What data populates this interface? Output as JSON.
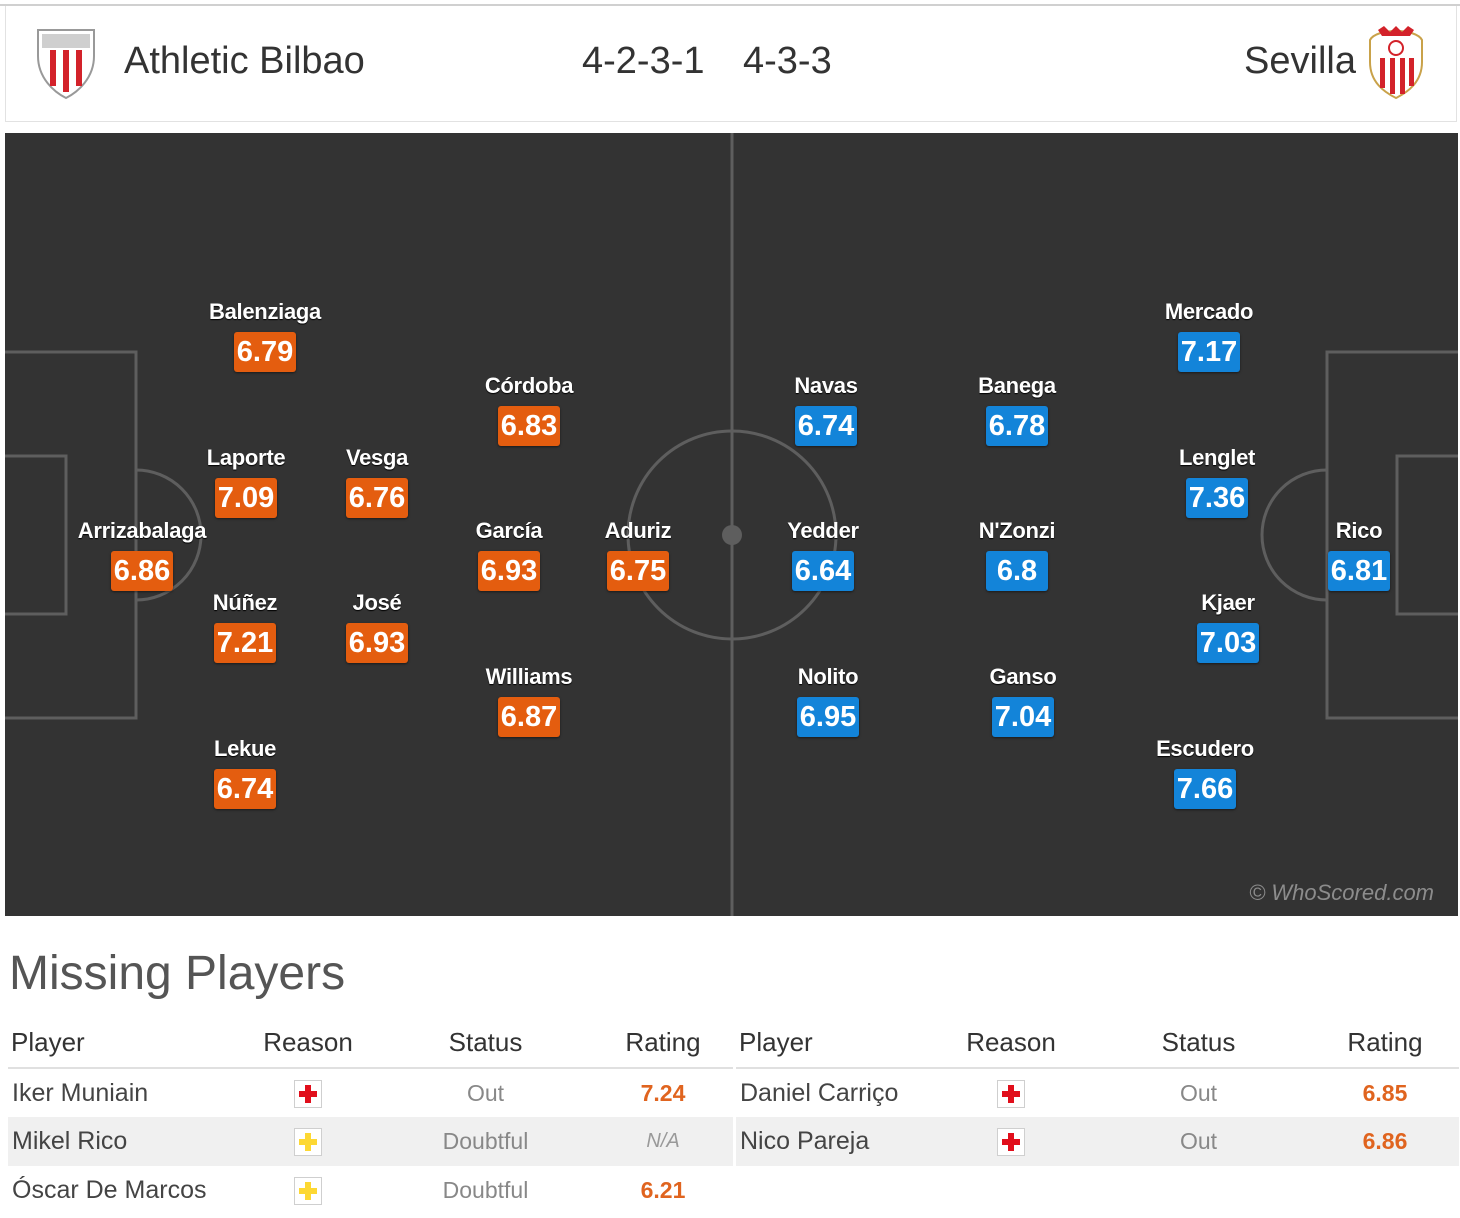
{
  "header": {
    "home_team": "Athletic Bilbao",
    "home_formation": "4-2-3-1",
    "away_formation": "4-3-3",
    "away_team": "Sevilla",
    "home_crest_icon": "athletic-bilbao-crest-icon",
    "away_crest_icon": "sevilla-crest-icon"
  },
  "pitch": {
    "watermark": "© WhoScored.com",
    "home_color": "#e45d0f",
    "away_color": "#1384d9",
    "home_players": [
      {
        "name": "Balenziaga",
        "rating": "6.79"
      },
      {
        "name": "Laporte",
        "rating": "7.09"
      },
      {
        "name": "Vesga",
        "rating": "6.76"
      },
      {
        "name": "Arrizabalaga",
        "rating": "6.86"
      },
      {
        "name": "Núñez",
        "rating": "7.21"
      },
      {
        "name": "José",
        "rating": "6.93"
      },
      {
        "name": "Lekue",
        "rating": "6.74"
      },
      {
        "name": "Córdoba",
        "rating": "6.83"
      },
      {
        "name": "García",
        "rating": "6.93"
      },
      {
        "name": "Williams",
        "rating": "6.87"
      },
      {
        "name": "Aduriz",
        "rating": "6.75"
      }
    ],
    "away_players": [
      {
        "name": "Navas",
        "rating": "6.74"
      },
      {
        "name": "Yedder",
        "rating": "6.64"
      },
      {
        "name": "Nolito",
        "rating": "6.95"
      },
      {
        "name": "Banega",
        "rating": "6.78"
      },
      {
        "name": "N'Zonzi",
        "rating": "6.8"
      },
      {
        "name": "Ganso",
        "rating": "7.04"
      },
      {
        "name": "Mercado",
        "rating": "7.17"
      },
      {
        "name": "Lenglet",
        "rating": "7.36"
      },
      {
        "name": "Kjaer",
        "rating": "7.03"
      },
      {
        "name": "Escudero",
        "rating": "7.66"
      },
      {
        "name": "Rico",
        "rating": "6.81"
      }
    ]
  },
  "missing": {
    "title": "Missing Players",
    "columns": [
      "Player",
      "Reason",
      "Status",
      "Rating"
    ],
    "home": [
      {
        "player": "Iker Muniain",
        "reason_icon": "injury-red-cross-icon",
        "status": "Out",
        "rating": "7.24"
      },
      {
        "player": "Mikel Rico",
        "reason_icon": "doubtful-yellow-cross-icon",
        "status": "Doubtful",
        "rating": "N/A"
      },
      {
        "player": "Óscar De Marcos",
        "reason_icon": "doubtful-yellow-cross-icon",
        "status": "Doubtful",
        "rating": "6.21"
      }
    ],
    "away": [
      {
        "player": "Daniel Carriço",
        "reason_icon": "injury-red-cross-icon",
        "status": "Out",
        "rating": "6.85"
      },
      {
        "player": "Nico Pareja",
        "reason_icon": "injury-red-cross-icon",
        "status": "Out",
        "rating": "6.86"
      }
    ]
  }
}
